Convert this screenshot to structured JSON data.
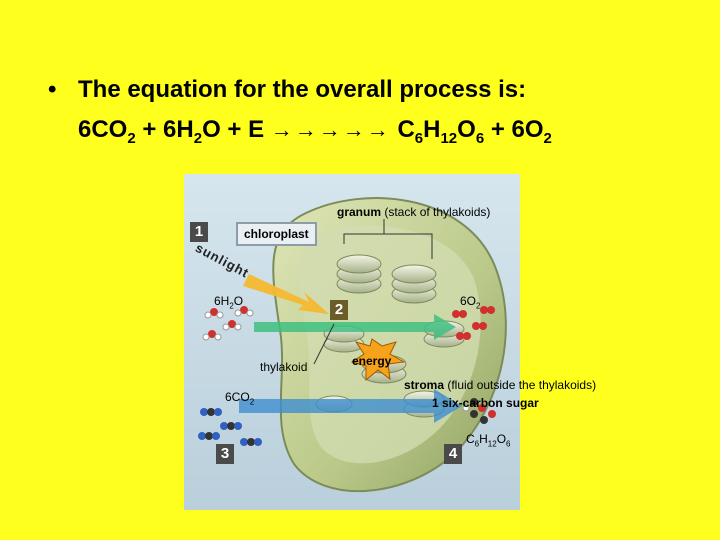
{
  "bullet": "•",
  "equation": {
    "intro": "The equation for the overall process is:",
    "reactant_co2_coef": "6CO",
    "reactant_co2_sub": "2",
    "plus1": " + 6H",
    "h2o_sub": "2",
    "h2o_rest": "O + E ",
    "arrows": "→→→→→",
    "product_c": " C",
    "c_sub": "6",
    "product_h": "H",
    "h_sub": "12",
    "product_o": "O",
    "o_sub": "6",
    "plus2": " + 6O",
    "o2_sub": "2"
  },
  "diagram": {
    "granum_label_bold": "granum",
    "granum_label_rest": " (stack of thylakoids)",
    "chloroplast_label": "chloroplast",
    "sunlight_label": "sunlight",
    "h2o_label": "6H",
    "h2o_sub": "2",
    "h2o_rest": "O",
    "o2_label": "6O",
    "o2_sub": "2",
    "thylakoid_label": "thylakoid",
    "energy_label": "energy",
    "stroma_bold": "stroma",
    "stroma_rest": " (fluid outside the thylakoids)",
    "sugar_label": "1 six-carbon sugar",
    "co2_label": "6CO",
    "co2_sub": "2",
    "glucose_c": "C",
    "glucose_c_sub": "6",
    "glucose_h": "H",
    "glucose_h_sub": "12",
    "glucose_o": "O",
    "glucose_o_sub": "6",
    "step1": "1",
    "step2": "2",
    "step3": "3",
    "step4": "4"
  },
  "colors": {
    "slide_background": "#ffff1e",
    "panel_background": "#cfe0ea",
    "chloroplast_fill": "#c8d49c",
    "arrow_green": "#3fbf80",
    "arrow_blue": "#3f8fd0",
    "arrow_sunlight": "#f4b830",
    "energy_star": "#f6a21a"
  }
}
